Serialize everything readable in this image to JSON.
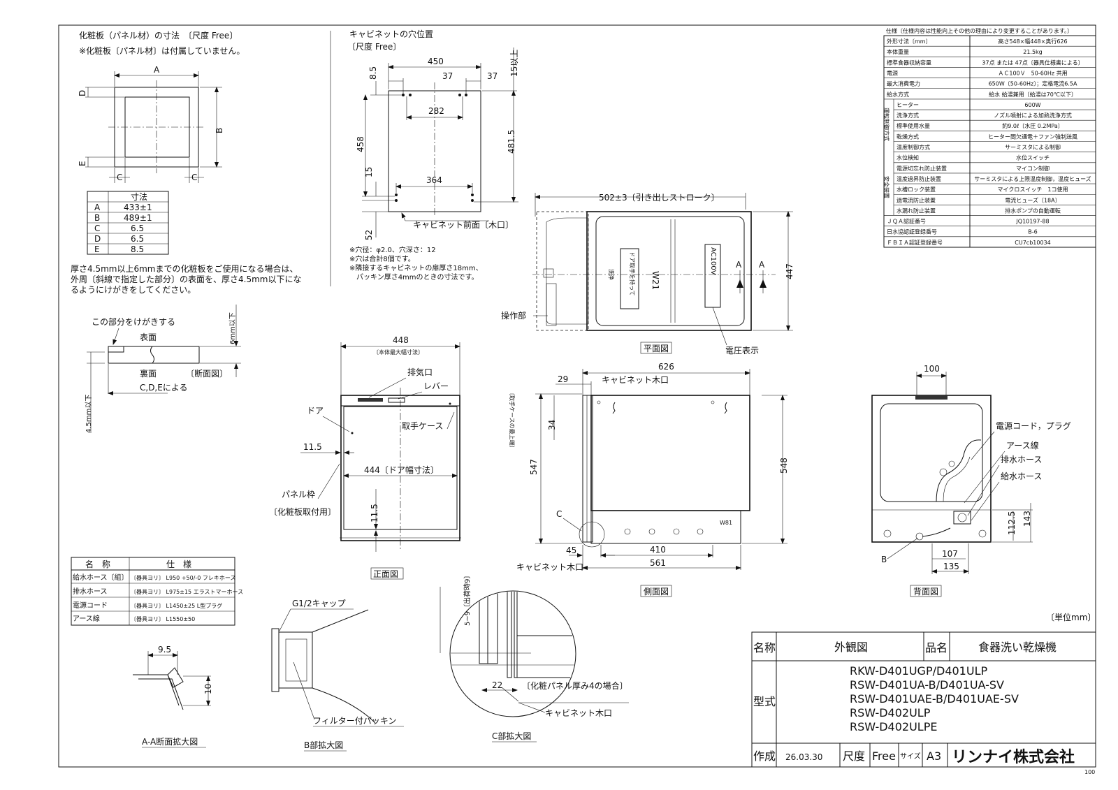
{
  "panel": {
    "title": "化粧板（パネル材）の寸法　〔尺度 Free〕",
    "note": "※化粧板〔パネル材〕は付属していません。",
    "labels": {
      "a": "A",
      "b": "B",
      "c": "C",
      "d": "D",
      "e": "E"
    },
    "table_header": "寸法",
    "table": [
      {
        "k": "A",
        "v": "433±1"
      },
      {
        "k": "B",
        "v": "489±1"
      },
      {
        "k": "C",
        "v": "6.5"
      },
      {
        "k": "D",
        "v": "6.5"
      },
      {
        "k": "E",
        "v": "8.5"
      }
    ],
    "thick_note": [
      "厚さ4.5mm以上6mmまでの化粧板をご使用になる場合は、",
      "外周〔斜線で指定した部分〕の表面を、厚さ4.5mm以下にな",
      "るようにけがきをしてください。"
    ],
    "section": {
      "callout": "この部分をけがきする",
      "front": "表面",
      "back": "裏面",
      "section_label": "〔断面図〕",
      "cde": "C,D,Eによる",
      "dim_6": "6mm以下",
      "dim_45": "4.5mm以下"
    }
  },
  "cabinet": {
    "title": "キャビネットの穴位置",
    "scale": "〔尺度 Free〕",
    "dims": {
      "d450": "450",
      "d37a": "37",
      "d37b": "37",
      "d15": "15以上",
      "d85": "8.5",
      "d282": "282",
      "d458": "458",
      "d4815": "481.5",
      "d15b": "15",
      "d364": "364",
      "d52": "52"
    },
    "front_label": "キャビネット前面〔木口〕",
    "notes": [
      "※穴径：φ2.0、穴深さ：12",
      "※穴は合計8個です。",
      "※隣接するキャビネットの扉厚さ18mm、",
      "　パッキン厚さ4mmのときの寸法です。"
    ]
  },
  "plan": {
    "stroke": "502±3〔引き出しストローク〕",
    "d447": "447",
    "operation": "操作部",
    "voltage": "電圧表示",
    "caption": "平面図",
    "a1": "A",
    "a2": "A",
    "inner_text": [
      "W21",
      "洗浄",
      "ドア取手を持って",
      "AC100V"
    ]
  },
  "front": {
    "d448": "448",
    "d448_note": "〔本体最大幅寸法〕",
    "exhaust": "排気口",
    "lever": "レバー",
    "door": "ドア",
    "handle_case": "取手ケース",
    "d115a": "11.5",
    "door_width": "444〔ドア幅寸法〕",
    "d115b": "11.5",
    "panel_frame": "パネル枠",
    "panel_frame_note": "〔化粧板取付用〕",
    "caption": "正面図"
  },
  "side": {
    "d626": "626",
    "d29": "29",
    "cab_edge": "キャビネット木口",
    "d34": "34",
    "d34_note": "〔取手ケースの最上端〕",
    "d547": "547",
    "d548": "548",
    "c": "C",
    "d45": "45",
    "d410": "410",
    "d561": "561",
    "cab_edge2": "キャビネット木口",
    "caption": "側面図",
    "inner": "W81"
  },
  "back": {
    "d100": "100",
    "cord": "電源コード，プラグ",
    "earth": "アース線",
    "drain": "排水ホース",
    "supply": "給水ホース",
    "d1125": "112.5",
    "d143": "143",
    "b": "B",
    "d107": "107",
    "d135": "135",
    "caption": "背面図"
  },
  "parts": {
    "headers": [
      "名　称",
      "仕　様"
    ],
    "rows": [
      {
        "name": "給水ホース〔組〕",
        "spec": "〔器具ヨリ〕 L950 +50/-0 フレキホース"
      },
      {
        "name": "排水ホース",
        "spec": "〔器具ヨリ〕 L975±15 エラストマーホース"
      },
      {
        "name": "電源コード",
        "spec": "〔器具ヨリ〕 L1450±25 L型プラグ"
      },
      {
        "name": "アース線",
        "spec": "〔器具ヨリ〕 L1550±50"
      }
    ]
  },
  "details": {
    "aa_d95": "9.5",
    "aa_d10": "10",
    "aa_caption": "A-A断面拡大図",
    "b_cap": "G1/2キャップ",
    "b_filter": "フィルター付パッキン",
    "b_caption": "B部拡大図",
    "c_d59": "5~9〔出荷時9〕",
    "c_d22": "22",
    "c_note": "〔化粧パネル厚み4の場合〕",
    "c_edge": "キャビネット木口",
    "c_caption": "C部拡大図"
  },
  "spec": {
    "title": "仕様〔仕様内容は性能向上その他の理由により変更することがあります。〕",
    "rows": [
      {
        "k": "外形寸法〔mm〕",
        "v": "高さ548×幅448×奥行626"
      },
      {
        "k": "本体重量",
        "v": "21.5kg"
      },
      {
        "k": "標準食器収納容量",
        "v": "37点 または 47点〔器具仕様書による〕"
      },
      {
        "k": "電源",
        "v": "ＡＣ100Ｖ　50-60Hz 共用"
      },
      {
        "k": "最大消費電力",
        "v": "650W〔50-60Hz〕；定格電流6.5A"
      },
      {
        "k": "給水方式",
        "v": "給水 給湯兼用〔給湯は70℃以下〕"
      },
      {
        "k": "ヒーター",
        "v": "600W"
      },
      {
        "k": "洗浄方式",
        "v": "ノズル噴射による加熱洗浄方式"
      },
      {
        "k": "標準使用水量",
        "v": "約9.0ℓ〔水圧 0.2MPa〕"
      },
      {
        "k": "乾燥方式",
        "v": "ヒーター間欠通電＋ファン強制送風"
      },
      {
        "k": "温度制御方式",
        "v": "サーミスタによる制御"
      },
      {
        "k": "水位検知",
        "v": "水位スイッチ"
      },
      {
        "k": "電源切忘れ防止装置",
        "v": "マイコン制御"
      },
      {
        "k": "温度過昇防止装置",
        "v": "サーミスタによる上限温度制御，温度ヒューズ"
      },
      {
        "k": "水槽ロック装置",
        "v": "マイクロスイッチ　1コ使用"
      },
      {
        "k": "過電流防止装置",
        "v": "電流ヒューズ〔18A〕"
      },
      {
        "k": "水漏れ防止装置",
        "v": "排水ポンプの自動運転"
      },
      {
        "k": "ＪＱＡ認証番号",
        "v": "JQ10197-88"
      },
      {
        "k": "日水協認証登録番号",
        "v": "B-6"
      },
      {
        "k": "ＦＢＩＡ認証登録番号",
        "v": "CU7cb10034"
      }
    ],
    "group_op": "運転制御方式",
    "group_safety": "安全装置"
  },
  "title_block": {
    "unit": "〔単位mm〕",
    "name_label": "名称",
    "name_value": "外観図",
    "product_label": "品名",
    "product_value": "食器洗い乾燥機",
    "model_label": "型式",
    "models": [
      "RKW-D401UGP/D401ULP",
      "RSW-D401UA-B/D401UA-SV",
      "RSW-D401UAE-B/D401UAE-SV",
      "RSW-D402ULP",
      "RSW-D402ULPE"
    ],
    "made_label": "作成",
    "made_value": "26.03.30",
    "scale_label": "尺度",
    "scale_value": "Free",
    "size_label": "サイズ",
    "size_value": "A3",
    "company": "リンナイ株式会社"
  },
  "corner_text": "100"
}
